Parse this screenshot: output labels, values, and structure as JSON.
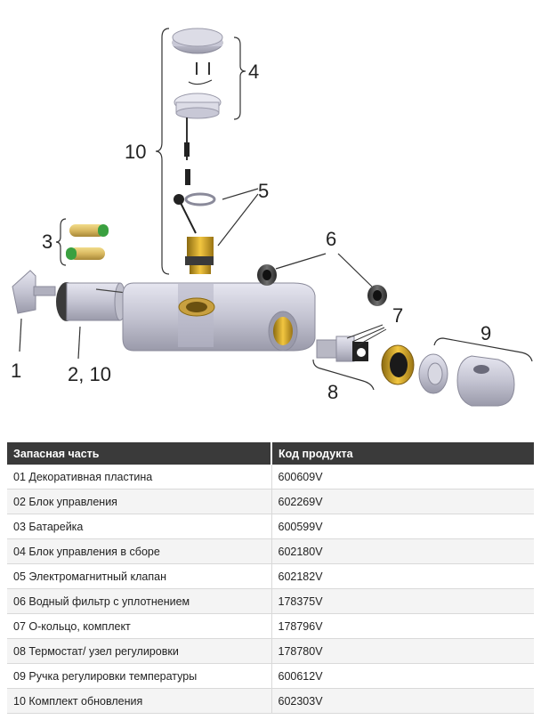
{
  "diagram": {
    "callouts": [
      "1",
      "2, 10",
      "3",
      "4",
      "5",
      "6",
      "7",
      "8",
      "9",
      "10"
    ]
  },
  "table": {
    "headers": [
      "Запасная часть",
      "Код продукта"
    ],
    "rows": [
      [
        "01 Декоративная пластина",
        "600609V"
      ],
      [
        "02 Блок управления",
        "602269V"
      ],
      [
        "03 Батарейка",
        "600599V"
      ],
      [
        "04 Блок управления в сборе",
        "602180V"
      ],
      [
        "05 Электромагнитный клапан",
        "602182V"
      ],
      [
        "06 Водный фильтр с уплотнением",
        "178375V"
      ],
      [
        "07 О-кольцо, комплект",
        "178796V"
      ],
      [
        "08 Термостат/ узел регулировки",
        "178780V"
      ],
      [
        "09 Ручка регулировки температуры",
        "600612V"
      ],
      [
        "10 Комплект обновления",
        "602303V"
      ]
    ]
  },
  "colors": {
    "header_bg": "#3a3a3a",
    "metal": "#c8c8d6",
    "brass": "#d9a520",
    "battery_green": "#3aa040"
  }
}
